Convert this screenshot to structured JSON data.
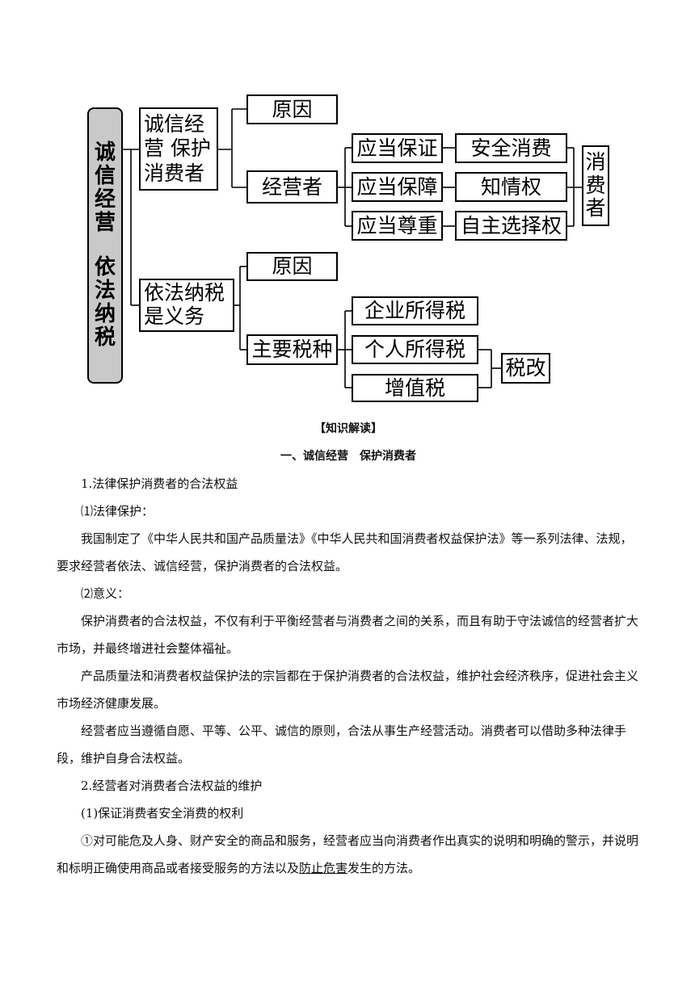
{
  "diagram": {
    "root": [
      "诚",
      "信",
      "经",
      "营",
      "",
      "依",
      "法",
      "纳",
      "税"
    ],
    "branch1": "诚信经\n营 保护\n消费者",
    "b1_reason": "原因",
    "b1_operator": "经营者",
    "should": [
      "应当保证",
      "应当保障",
      "应当尊重"
    ],
    "rights": [
      "安全消费",
      "知情权",
      "自主选择权"
    ],
    "consumer": [
      "消",
      "费",
      "者"
    ],
    "branch2": "依法纳税\n是义务",
    "b2_reason": "原因",
    "b2_taxes": "主要税种",
    "taxes": [
      "企业所得税",
      "个人所得税",
      "增值税"
    ],
    "reform": "税改"
  },
  "text": {
    "section_label": "【知识解读】",
    "section_title": "一、诚信经营　保护消费者",
    "p1": "1.法律保护消费者的合法权益",
    "p2": "⑴法律保护：",
    "p3": "我国制定了《中华人民共和国产品质量法》《中华人民共和国消费者权益保护法》等一系列法律、法规，要求经营者依法、诚信经营，保护消费者的合法权益。",
    "p4": "⑵意义：",
    "p5": "保护消费者的合法权益，不仅有利于平衡经营者与消费者之间的关系，而且有助于守法诚信的经营者扩大市场，并最终增进社会整体福祉。",
    "p6": "产品质量法和消费者权益保护法的宗旨都在于保护消费者的合法权益，维护社会经济秩序，促进社会主义市场经济健康发展。",
    "p7": "经营者应当遵循自愿、平等、公平、诚信的原则，合法从事生产经营活动。消费者可以借助多种法律手段，维护自身合法权益。",
    "p8": "2.经营者对消费者合法权益的维护",
    "p9": "(1)保证消费者安全消费的权利",
    "p10_a": "①对可能危及人身、财产安全的商品和服务，经营者应当向消费者作出真实的说明和明确的警示，并说明和标明正确使用商品或者接受服务的方法以及",
    "p10_u": "防止危害",
    "p10_b": "发生的方法。"
  }
}
